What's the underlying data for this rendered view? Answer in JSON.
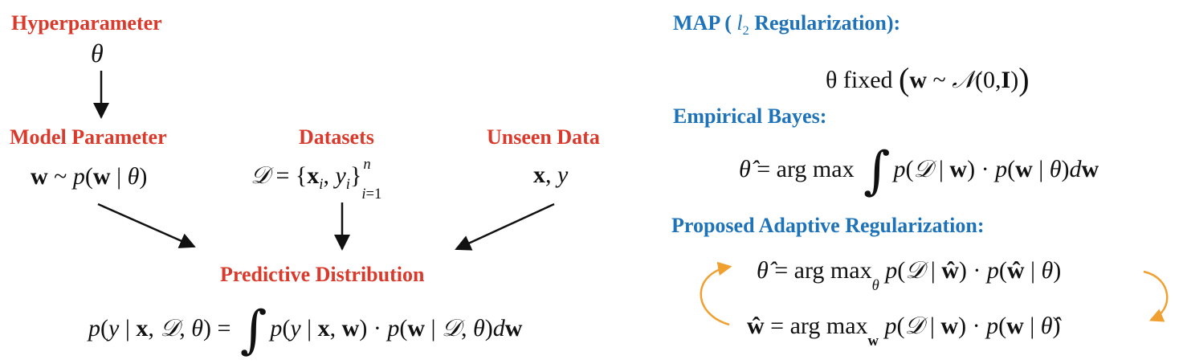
{
  "left": {
    "hyperparameter": {
      "label": "Hyperparameter",
      "symbol": "θ"
    },
    "model_parameter": {
      "label": "Model Parameter"
    },
    "datasets": {
      "label": "Datasets"
    },
    "unseen_data": {
      "label": "Unseen Data",
      "formula": "x, y"
    },
    "predictive_distribution": {
      "label": "Predictive Distribution"
    }
  },
  "right": {
    "map": {
      "label_prefix": "MAP (",
      "label_suffix": " Regularization):",
      "formula_text": "θ fixed"
    },
    "empirical_bayes": {
      "label": "Empirical Bayes:"
    },
    "adaptive": {
      "label": "Proposed Adaptive Regularization:"
    }
  },
  "colors": {
    "red_heading": "#d93a2b",
    "blue_heading": "#1e73b8",
    "orange_arrow": "#f0a030",
    "black": "#111111"
  }
}
